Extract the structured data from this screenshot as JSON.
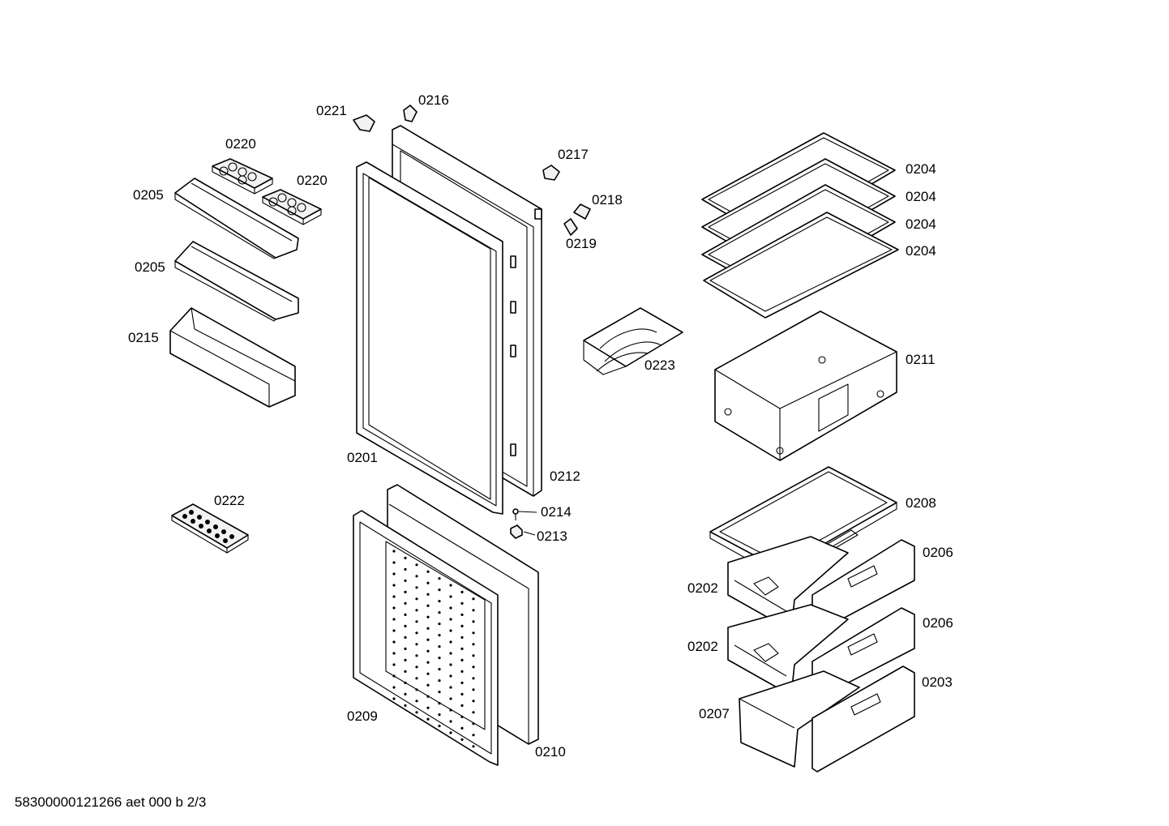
{
  "labels": {
    "p0221": "0221",
    "p0216": "0216",
    "p0220a": "0220",
    "p0220b": "0220",
    "p0205a": "0205",
    "p0205b": "0205",
    "p0215": "0215",
    "p0217": "0217",
    "p0218": "0218",
    "p0219": "0219",
    "p0204a": "0204",
    "p0204b": "0204",
    "p0204c": "0204",
    "p0204d": "0204",
    "p0223": "0223",
    "p0211": "0211",
    "p0201": "0201",
    "p0212": "0212",
    "p0222": "0222",
    "p0214": "0214",
    "p0213": "0213",
    "p0208": "0208",
    "p0206a": "0206",
    "p0206b": "0206",
    "p0202a": "0202",
    "p0202b": "0202",
    "p0203": "0203",
    "p0207": "0207",
    "p0209": "0209",
    "p0210": "0210"
  },
  "footer": "58300000121266 aet 000 b 2/3"
}
